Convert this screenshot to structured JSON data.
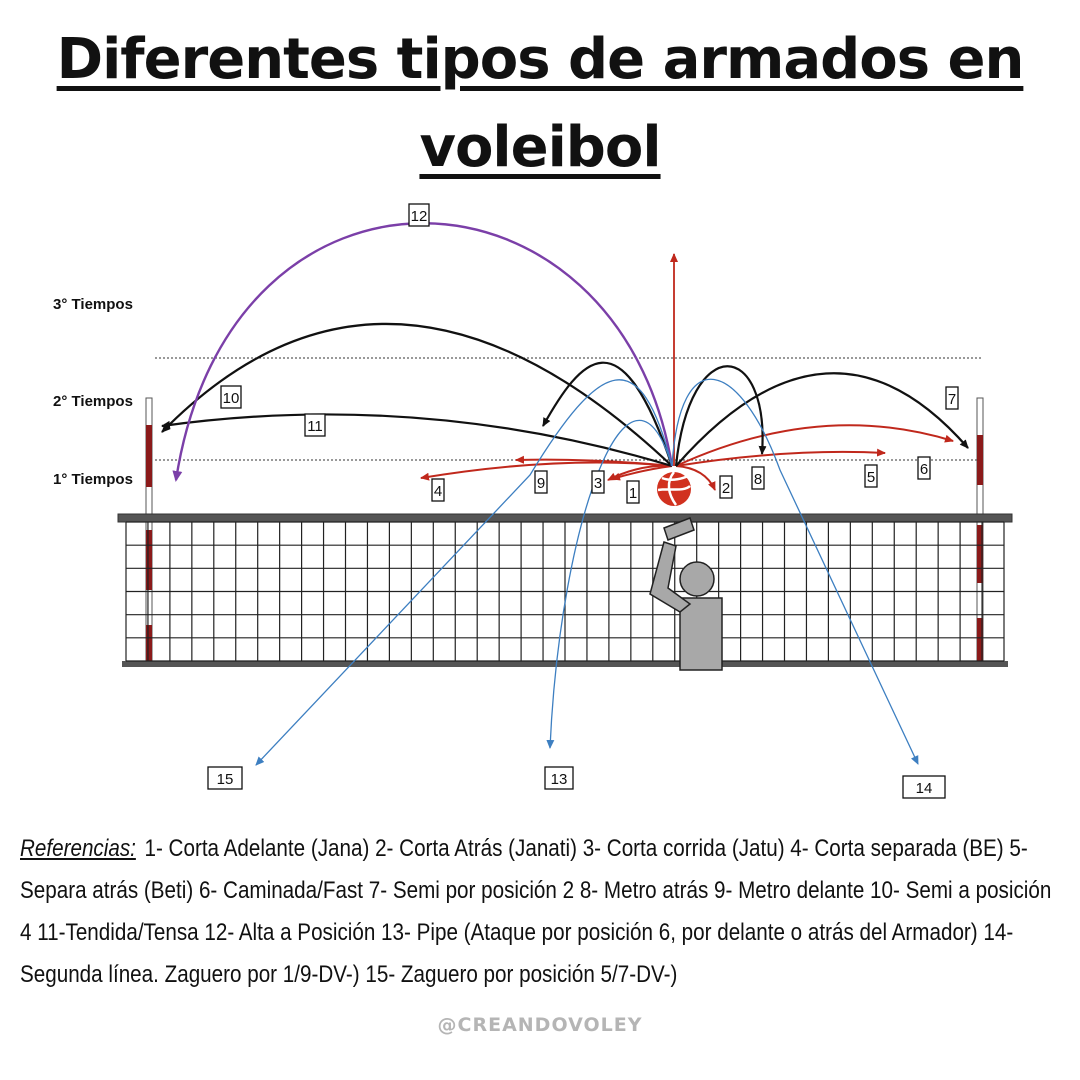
{
  "title": {
    "line1": "Diferentes tipos de armados en",
    "line2": "voleibol"
  },
  "tempo_labels": [
    "3° Tiempos",
    "2° Tiempos",
    "1° Tiempos"
  ],
  "play_numbers": [
    "1",
    "2",
    "3",
    "4",
    "5",
    "6",
    "7",
    "8",
    "9",
    "10",
    "11",
    "12",
    "13",
    "14",
    "15"
  ],
  "references": {
    "lead": "Referencias:",
    "text": "1- Corta Adelante (Jana)  2- Corta Atrás (Janati)  3- Corta corrida (Jatu)  4- Corta separada (BE) 5- Separa atrás (Beti)  6- Caminada/Fast  7- Semi por posición 2  8- Metro atrás 9- Metro delante  10- Semi a posición 4  11-Tendida/Tensa  12- Alta a Posición 13- Pipe (Ataque por posición 6, por delante o atrás del Armador) 14- Segunda línea. Zaguero por 1/9-DV-) 15- Zaguero por posición 5/7-DV-)"
  },
  "credit": "@CREANDOVOLEY",
  "colors": {
    "red": "#c0281c",
    "black": "#111111",
    "blue": "#3d7fc1",
    "purple": "#7b3fa8",
    "antenna_red": "#8b1a1a",
    "setter_gray": "#a8a8a8"
  }
}
